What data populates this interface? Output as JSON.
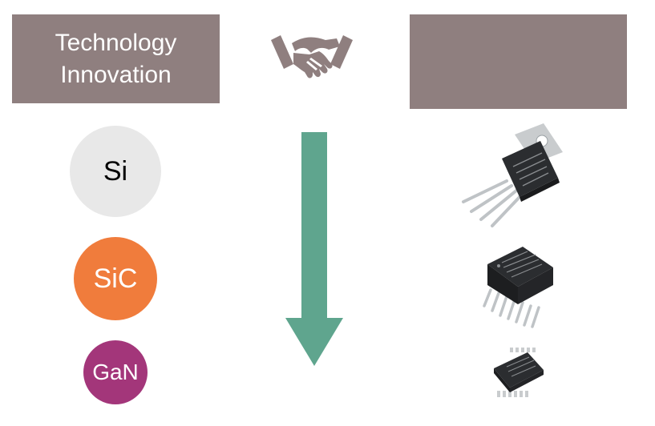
{
  "header": {
    "left_title": "Technology\nInnovation",
    "right_title": ""
  },
  "icons": {
    "center_top": "handshake-icon",
    "center_arrow": "arrow-down-icon"
  },
  "materials": [
    {
      "label": "Si",
      "color": "#e8e8e8"
    },
    {
      "label": "SiC",
      "color": "#f07c3c"
    },
    {
      "label": "GaN",
      "color": "#a3367a"
    }
  ],
  "packages": [
    {
      "icon": "to247-package-icon"
    },
    {
      "icon": "d2pak-package-icon"
    },
    {
      "icon": "toll-package-icon"
    }
  ],
  "colors": {
    "header_bg": "#8f7f7f",
    "arrow": "#5fa58e"
  }
}
